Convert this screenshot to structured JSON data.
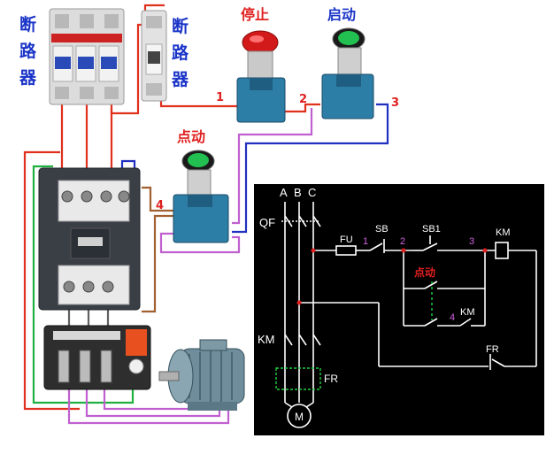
{
  "labels": {
    "breaker_main": [
      "断",
      "路",
      "器"
    ],
    "breaker_ctrl": [
      "断",
      "路",
      "器"
    ],
    "stop_button": "停止",
    "start_button": "启动",
    "jog_button": "点动",
    "wire_1": "1",
    "wire_2": "2",
    "wire_3": "3",
    "wire_4": "4"
  },
  "schematic": {
    "phase_a": "A",
    "phase_b": "B",
    "phase_c": "C",
    "qf": "QF",
    "fu": "FU",
    "sb": "SB",
    "sb1": "SB1",
    "km_coil": "KM",
    "km_aux": "KM",
    "km_main": "KM",
    "fr_relay": "FR",
    "fr_contact": "FR",
    "motor": "M",
    "jog": "点动",
    "node_1": "1",
    "node_2": "2",
    "node_3": "3",
    "node_4": "4"
  },
  "colors": {
    "wire_red": "#e0301e",
    "wire_purple": "#c060d0",
    "wire_blue": "#2030c0",
    "wire_green": "#20b040",
    "wire_brown": "#a06030",
    "label_blue": "#1a34c8",
    "label_red": "#e02020",
    "schematic_bg": "#000000",
    "schematic_line": "#ffffff",
    "schematic_accent": "#e02020",
    "schematic_green": "#20d040"
  }
}
